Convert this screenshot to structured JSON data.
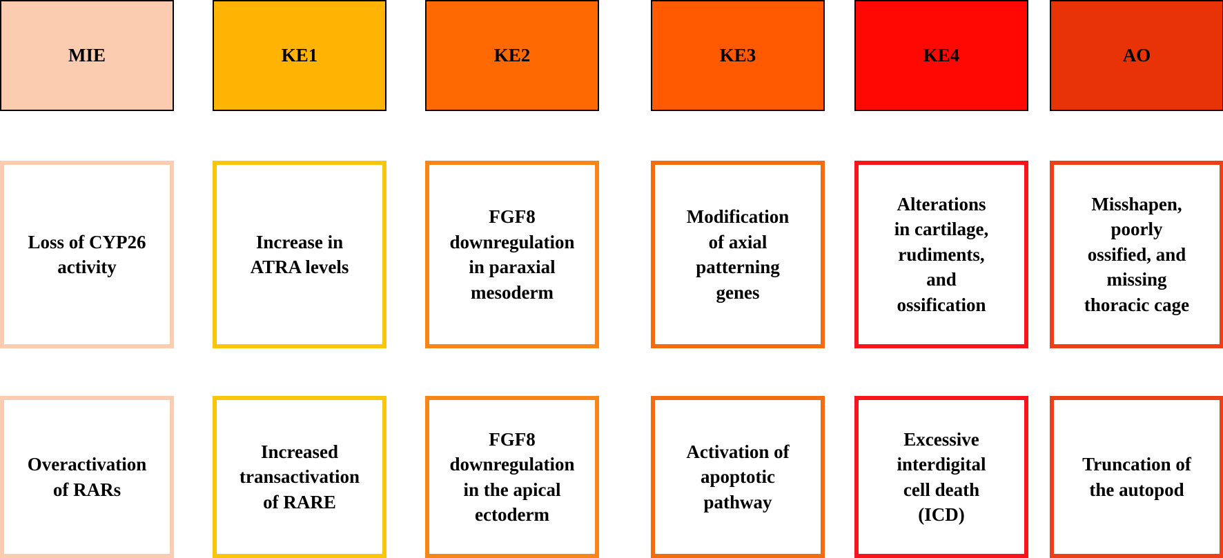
{
  "columns": [
    {
      "header": "MIE",
      "header_color": "#FCCCB1",
      "border_color": "#FCCCB1",
      "row1": "Loss of CYP26\nactivity",
      "row2": "Overactivation\nof RARs"
    },
    {
      "header": "KE1",
      "header_color": "#FFB302",
      "border_color": "#FBC50C",
      "row1": "Increase in\nATRA levels",
      "row2": "Increased\ntransactivation\nof RARE"
    },
    {
      "header": "KE2",
      "header_color": "#FF6901",
      "border_color": "#F7851A",
      "row1": "FGF8\ndownregulation\nin paraxial\nmesoderm",
      "row2": "FGF8\ndownregulation\nin the apical\nectoderm"
    },
    {
      "header": "KE3",
      "header_color": "#FF5A01",
      "border_color": "#F26C10",
      "row1": "Modification\nof axial\npatterning\ngenes",
      "row2": "Activation of\napoptotic\npathway"
    },
    {
      "header": "KE4",
      "header_color": "#FF0803",
      "border_color": "#F9131A",
      "row1": "Alterations\nin cartilage,\nrudiments,\nand\nossification",
      "row2": "Excessive\ninterdigital\ncell death\n(ICD)"
    },
    {
      "header": "AO",
      "header_color": "#E83307",
      "border_color": "#EC4116",
      "row1": "Misshapen,\npoorly\nossified, and\nmissing\nthoracic cage",
      "row2": "Truncation of\nthe autopod"
    }
  ]
}
